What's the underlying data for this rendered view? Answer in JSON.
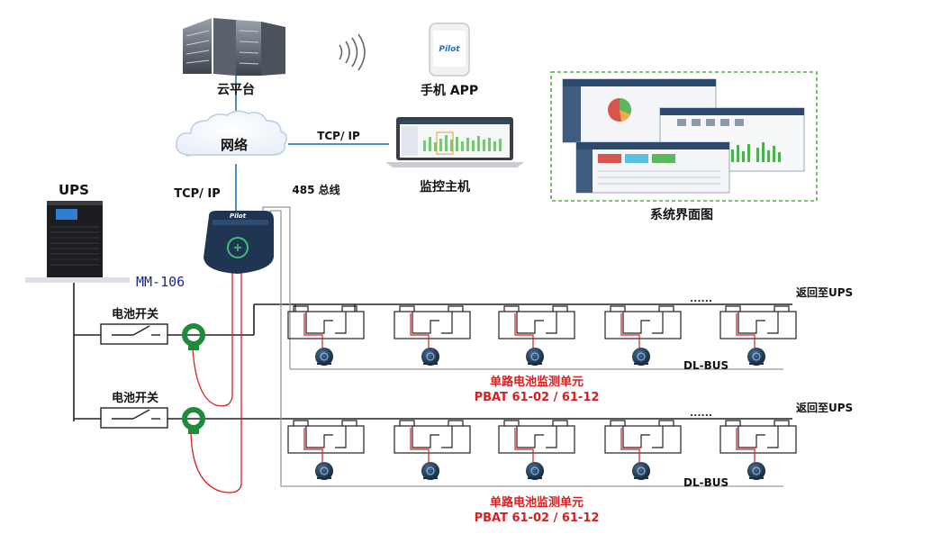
{
  "labels": {
    "cloud_platform": "云平台",
    "mobile_app": "手机 APP",
    "phone_brand": "Pilot",
    "network": "网络",
    "tcp_ip_top": "TCP/ IP",
    "tcp_ip_left": "TCP/ IP",
    "monitor_host": "监控主机",
    "bus_485": "485 总线",
    "system_ui": "系统界面图",
    "ups": "UPS",
    "device_model": "MM-106",
    "device_brand": "Pilot",
    "battery_switch_1": "电池开关",
    "battery_switch_2": "电池开关",
    "return_ups_1": "返回至UPS",
    "return_ups_2": "返回至UPS",
    "dl_bus_1": "DL-BUS",
    "dl_bus_2": "DL-BUS",
    "unit_1_line1": "单路电池监测单元",
    "unit_1_line2": "PBAT 61-02 /  61-12",
    "unit_2_line1": "单路电池监测单元",
    "unit_2_line2": "PBAT 61-02 /  61-12",
    "ellipsis_1": "......",
    "ellipsis_2": "......"
  },
  "colors": {
    "label_red": "#d62020",
    "device_blue": "#1f3552",
    "sensor_green": "#1f8a3a",
    "network_blue": "#4a90c8",
    "line_gray": "#9a9a9a",
    "wire_black": "#222222"
  },
  "icons": [
    "server-icon",
    "wifi-icon",
    "phone-icon",
    "cloud-icon",
    "laptop-icon",
    "ups-icon",
    "monitor-device-icon",
    "current-sensor-icon",
    "battery-icon",
    "battery-sensor-icon",
    "switch-icon"
  ]
}
